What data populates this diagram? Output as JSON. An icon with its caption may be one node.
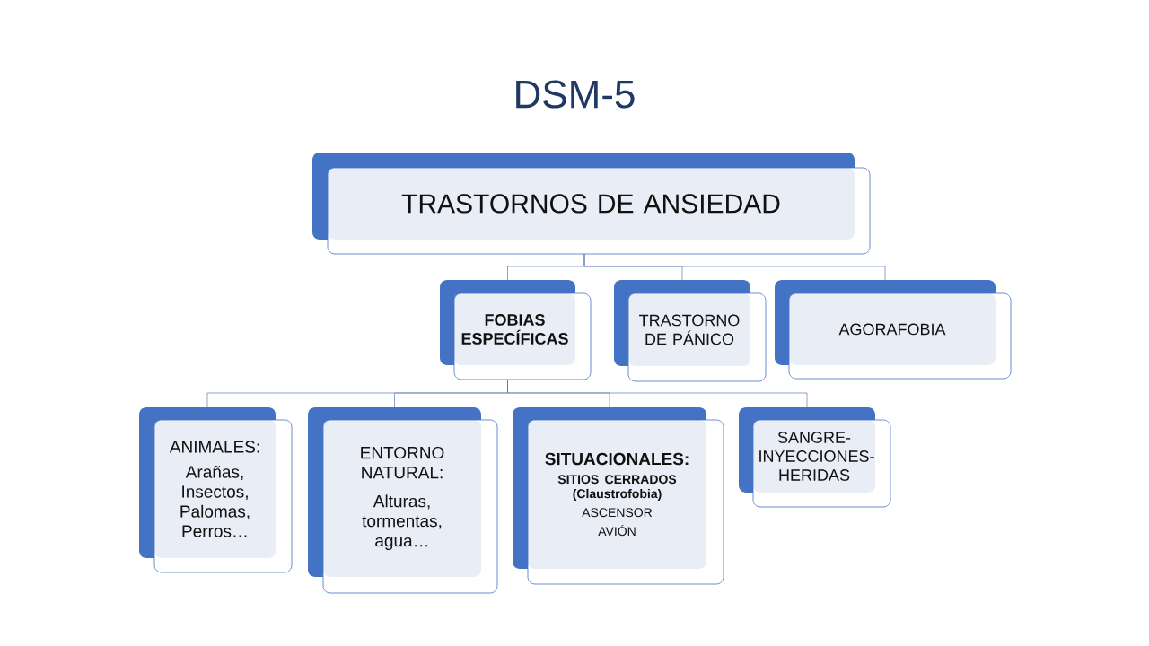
{
  "diagram": {
    "title": "DSM-5",
    "nodes": [
      {
        "text": [
          "TRASTORNOS DE ANSIEDAD"
        ]
      },
      {
        "text": [
          "FOBIAS ESPECÍFICAS"
        ]
      },
      {
        "text": [
          "TRASTORNO DE PÁNICO"
        ]
      },
      {
        "text": [
          "AGORAFOBIA"
        ]
      },
      {
        "text": [
          "ANIMALES:",
          "Arañas, Insectos, Palomas, Perros…"
        ]
      },
      {
        "text": [
          "ENTORNO NATURAL:",
          "Alturas, tormentas, agua…"
        ]
      },
      {
        "text": [
          "SITUACIONALES:",
          "SITIOS CERRADOS (Claustrofobia)",
          "ASCENSOR",
          "AVIÓN"
        ]
      },
      {
        "text": [
          "SANGRE-INYECCIONES-HERIDAS"
        ]
      }
    ],
    "edges": [
      {
        "from": 0,
        "to": 1,
        "arrow": "none"
      },
      {
        "from": 0,
        "to": 2,
        "arrow": "none"
      },
      {
        "from": 0,
        "to": 3,
        "arrow": "none"
      },
      {
        "from": 1,
        "to": 4,
        "arrow": "none"
      },
      {
        "from": 1,
        "to": 5,
        "arrow": "none"
      },
      {
        "from": 1,
        "to": 6,
        "arrow": "none"
      },
      {
        "from": 1,
        "to": 7,
        "arrow": "none"
      }
    ]
  }
}
